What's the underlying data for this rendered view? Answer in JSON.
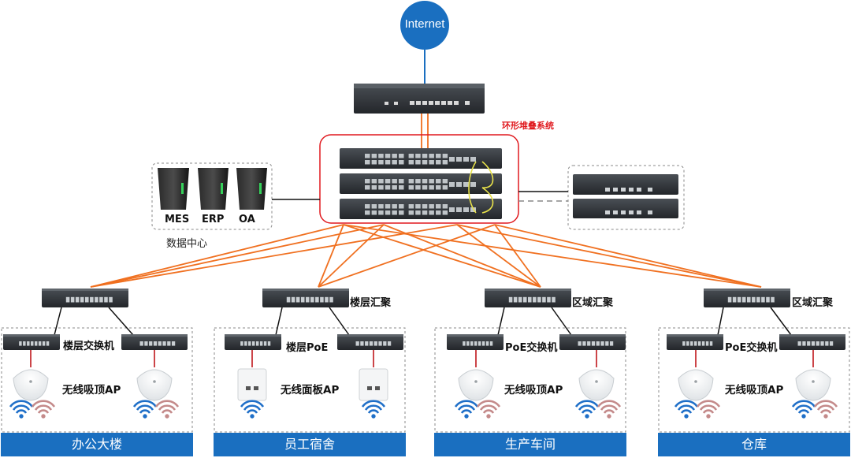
{
  "internet": "Internet",
  "stack_label": "环形堆叠系统",
  "datacenter": {
    "label": "数据中心",
    "servers": [
      "MES",
      "ERP",
      "OA"
    ]
  },
  "sites": [
    {
      "name": "办公大楼",
      "agg_label": "",
      "access_label": "楼层交换机",
      "ap_label": "无线吸顶AP"
    },
    {
      "name": "员工宿舍",
      "agg_label": "楼层汇聚",
      "access_label": "楼层PoE",
      "ap_label": "无线面板AP"
    },
    {
      "name": "生产车间",
      "agg_label": "区域汇聚",
      "access_label": "PoE交换机",
      "ap_label": "无线吸顶AP"
    },
    {
      "name": "仓库",
      "agg_label": "区域汇聚",
      "access_label": "PoE交换机",
      "ap_label": "无线吸顶AP"
    }
  ],
  "colors": {
    "internet": "#1a6fc0",
    "uplink": "#f07020",
    "stack_border": "#e0191e",
    "site_bar": "#1a6fc0",
    "wifi_blue": "#1f6fc8",
    "wifi_red": "#c48a8a",
    "ap_cable": "#c0161b",
    "stack_cable": "#e8e24a"
  }
}
